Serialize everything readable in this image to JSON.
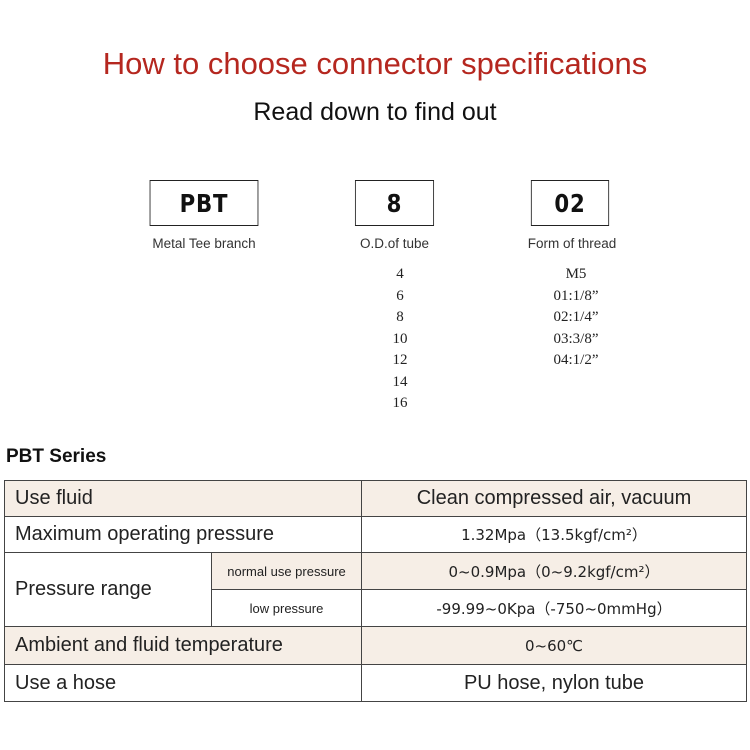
{
  "header": {
    "title": "How to choose connector specifications",
    "subtitle": "Read down to find out"
  },
  "codes": [
    {
      "code": "PBT",
      "caption": "Metal Tee branch",
      "options": []
    },
    {
      "code": "8",
      "caption": "O.D.of tube",
      "options": [
        "4",
        "6",
        "8",
        "10",
        "12",
        "14",
        "16"
      ]
    },
    {
      "code": "02",
      "caption": "Form of thread",
      "options": [
        "M5",
        "01:1/8”",
        "02:1/4”",
        "03:3/8”",
        "04:1/2”"
      ]
    }
  ],
  "series": {
    "title": "PBT Series",
    "rows": {
      "fluid": {
        "label": "Use fluid",
        "value": "Clean compressed air, vacuum"
      },
      "max_pressure": {
        "label": "Maximum operating pressure",
        "value": "1.32Mpa（13.5kgf/cm²）"
      },
      "pressure_range": {
        "label": "Pressure range",
        "normal": {
          "label": "normal use pressure",
          "value": "0~0.9Mpa（0~9.2kgf/cm²）"
        },
        "low": {
          "label": "low pressure",
          "value": "-99.99~0Kpa（-750~0mmHg）"
        }
      },
      "temperature": {
        "label": "Ambient and fluid temperature",
        "value": "0~60℃"
      },
      "hose": {
        "label": "Use a hose",
        "value": "PU hose, nylon tube"
      }
    }
  }
}
